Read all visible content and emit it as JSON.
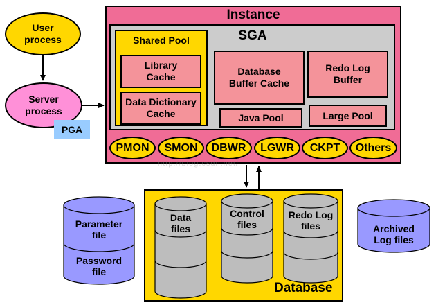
{
  "processes": {
    "user_process": "User\nprocess",
    "server_process": "Server\nprocess",
    "pga": "PGA"
  },
  "instance": {
    "title": "Instance",
    "sga": {
      "title": "SGA",
      "shared_pool": {
        "title": "Shared Pool",
        "library_cache": "Library\nCache",
        "data_dictionary_cache": "Data Dictionary\nCache"
      },
      "database_buffer_cache": "Database\nBuffer Cache",
      "redo_log_buffer": "Redo Log\nBuffer",
      "java_pool": "Java Pool",
      "large_pool": "Large Pool"
    },
    "background_processes": [
      "PMON",
      "SMON",
      "DBWR",
      "LGWR",
      "CKPT",
      "Others"
    ]
  },
  "database": {
    "title": "Database",
    "data_files": "Data\nfiles",
    "control_files": "Control\nfiles",
    "redo_log_files": "Redo Log\nfiles"
  },
  "external_files": {
    "parameter_file": "Parameter\nfile",
    "password_file": "Password\nfile",
    "archived_log_files": "Archived\nLog files"
  },
  "watermark": "http://blog.csdn.net/",
  "colors": {
    "instance_fill": "#f06c96",
    "sga_fill": "#cccccc",
    "shared_pool_fill": "#ffd700",
    "cache_fill": "#f4939a",
    "process_fill": "#ffd700",
    "server_fill": "#ff90d8",
    "pga_fill": "#99ccff",
    "database_fill": "#ffd700",
    "db_cylinder_fill": "#bdbdbd",
    "ext_cylinder_fill": "#9999ff"
  }
}
